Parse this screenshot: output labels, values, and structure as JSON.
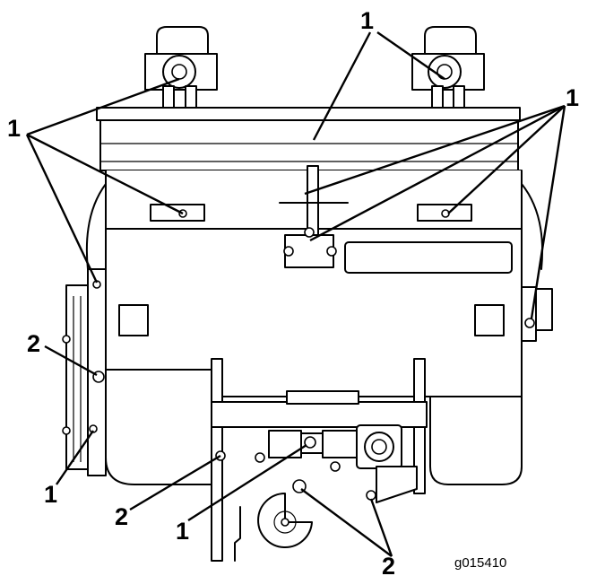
{
  "callouts": {
    "top_center": "1",
    "top_right": "1",
    "left_upper": "1",
    "left_middle": "2",
    "left_lower": "1",
    "bottom_left_2": "2",
    "bottom_center_1": "1",
    "bottom_right_2": "2"
  },
  "figure_id": "g015410"
}
